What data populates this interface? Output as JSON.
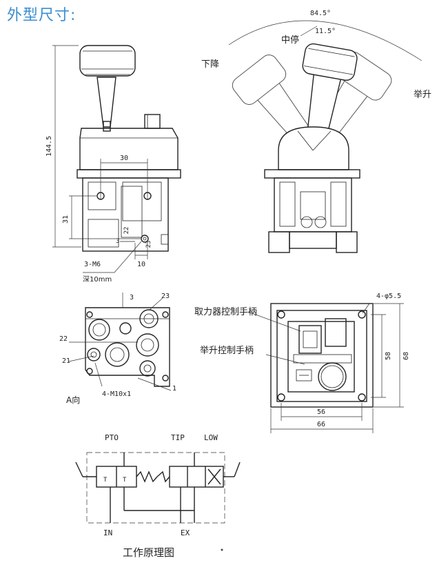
{
  "header": {
    "title": "外型尺寸:"
  },
  "front_view": {
    "dim_height": "144.5",
    "dim_width": "30",
    "dim_side": "31",
    "dim_small": "10",
    "port_22": "22",
    "port_23": "23",
    "port_3": "3",
    "thread": "3-M6",
    "depth": "深10mm"
  },
  "side_view": {
    "angle_total": "84.5°",
    "angle_neutral": "11.5°",
    "neutral": "中停",
    "lower": "下降",
    "raise": "举升"
  },
  "bottom_view": {
    "port_3": "3",
    "port_23": "23",
    "port_22": "22",
    "port_21": "21",
    "port_1": "1",
    "thread": "4-M10x1",
    "direction": "A向"
  },
  "top_view": {
    "pto_handle": "取力器控制手柄",
    "lift_handle": "举升控制手柄",
    "holes": "4-φ5.5",
    "dim_56": "56",
    "dim_66": "66",
    "dim_58": "58",
    "dim_68": "68"
  },
  "schematic": {
    "pto": "PTO",
    "tip": "TIP",
    "low": "LOW",
    "in": "IN",
    "ex": "EX",
    "caption": "工作原理图"
  }
}
